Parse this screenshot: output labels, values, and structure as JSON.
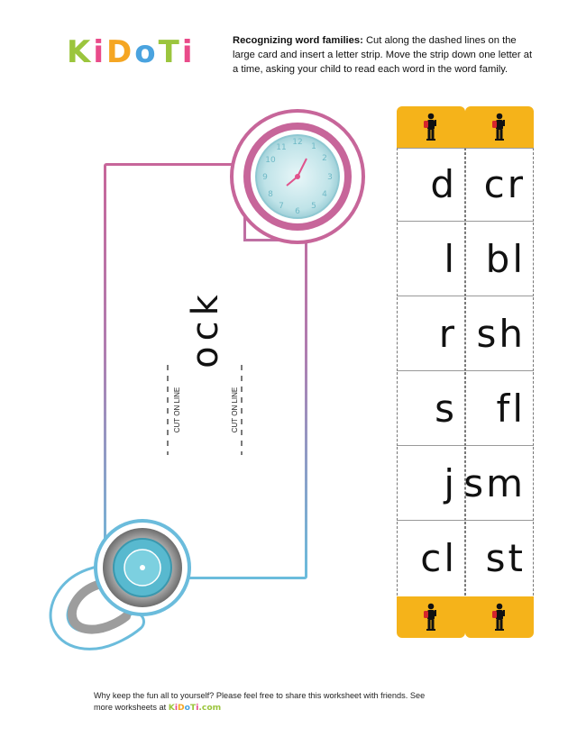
{
  "logo": {
    "letters": [
      {
        "ch": "K",
        "color": "#9bc53d"
      },
      {
        "ch": "i",
        "color": "#e94b8a"
      },
      {
        "ch": "D",
        "color": "#f5a623"
      },
      {
        "ch": "o",
        "color": "#4aa3df"
      },
      {
        "ch": "T",
        "color": "#9bc53d"
      },
      {
        "ch": "i",
        "color": "#e94b8a"
      }
    ]
  },
  "instructions": {
    "heading": "Recognizing word families:",
    "body": " Cut along the dashed lines on the large card and insert a letter strip.  Move the strip down one letter at a time, asking your child to read each word in the word family."
  },
  "card": {
    "family": "ock",
    "cut_label_left": "CUT ON LINE",
    "cut_label_right": "CUT ON LINE",
    "colors": {
      "top": "#c7669a",
      "bottom": "#6bbcdc"
    },
    "icons": [
      "clock-icon",
      "combination-lock-icon"
    ]
  },
  "strips": [
    {
      "letters": [
        "d",
        "l",
        "r",
        "s",
        "j",
        "cl"
      ]
    },
    {
      "letters": [
        "cr",
        "bl",
        "sh",
        "fl",
        "sm",
        "st"
      ]
    }
  ],
  "strip_cap_color": "#f5b31a",
  "footer": {
    "line1": "Why keep the fun all to yourself?  Please feel free to share this worksheet with friends. See",
    "line2_prefix": "more worksheets at ",
    "site": "KiDoTi.com"
  }
}
